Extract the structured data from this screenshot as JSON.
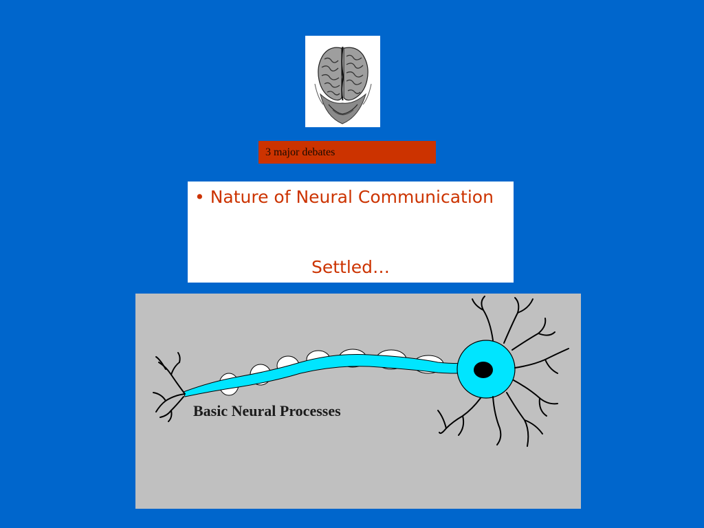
{
  "slide": {
    "debates_label": "3 major debates",
    "bullet_text": "• Nature of Neural Communication",
    "settled_text": "Settled…",
    "figure_caption": "Basic Neural Processes"
  },
  "colors": {
    "background": "#0066CC",
    "accent": "#CC3300",
    "axon": "#00E5FF",
    "panel": "#C0C0C0"
  },
  "icons": {
    "brain": "brain-engraving-icon",
    "neuron": "neuron-diagram-icon"
  }
}
